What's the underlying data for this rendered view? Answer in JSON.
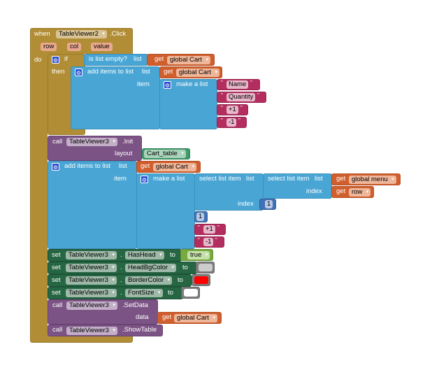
{
  "event": {
    "when": "when",
    "component": "TableViewer2",
    "event": ".Click",
    "params": [
      "row",
      "col",
      "value"
    ],
    "do": "do"
  },
  "if_block": {
    "if": "if",
    "then": "then"
  },
  "is_empty": {
    "label": "is list empty?",
    "list": "list"
  },
  "get_label": "get",
  "vars": {
    "cart": "global Cart",
    "menu": "global menu",
    "row": "row"
  },
  "add_items": {
    "label": "add items to list",
    "list": "list",
    "item": "item"
  },
  "make_list": "make a list",
  "strings": {
    "name": "Name",
    "quantity": "Quantity",
    "plus": "+1",
    "minus": "-1",
    "quote": "\""
  },
  "call": "call",
  "init": {
    "component": "TableViewer3",
    "method": ".Init",
    "layout": "layout",
    "layout_value": "Cart_table"
  },
  "select": {
    "label": "select list item",
    "list": "list",
    "index": "index",
    "index_value": "1"
  },
  "num_one": "1",
  "set": "set",
  "to": "to",
  "dot": ".",
  "props": [
    {
      "component": "TableViewer3",
      "prop": "HasHead",
      "value": "true"
    },
    {
      "component": "TableViewer3",
      "prop": "HeadBgColor",
      "color": "#cccccc"
    },
    {
      "component": "TableViewer3",
      "prop": "BorderColor",
      "color": "#ff0000"
    },
    {
      "component": "TableViewer3",
      "prop": "FontSize",
      "color": "#ffffff"
    }
  ],
  "setdata": {
    "component": "TableViewer3",
    "method": ".SetData",
    "data": "data"
  },
  "showtable": {
    "component": "TableViewer3",
    "method": ".ShowTable"
  }
}
